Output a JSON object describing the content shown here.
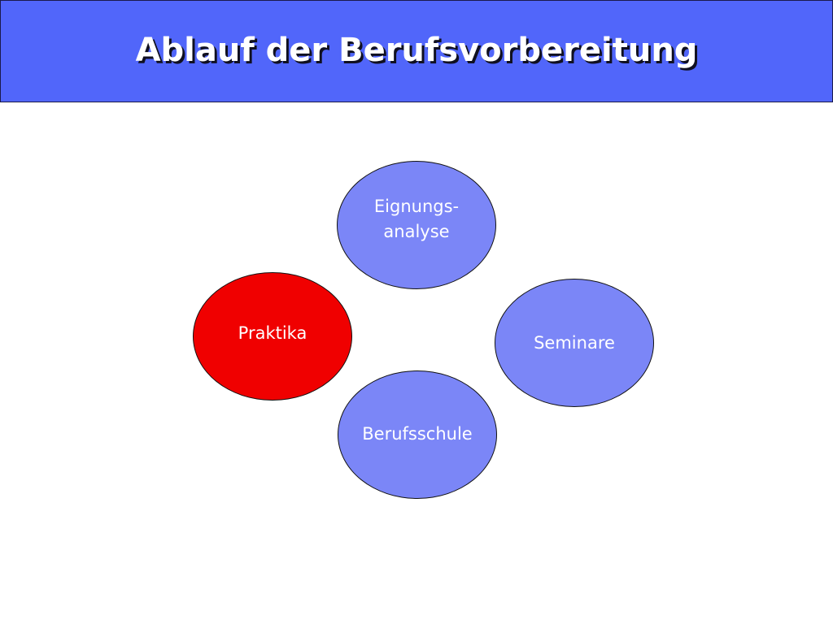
{
  "title": "Ablauf der Berufsvorbereitung",
  "colors": {
    "header": "#5166fa",
    "node_default": "#7b86f7",
    "node_highlight": "#f00000",
    "text": "#ffffff"
  },
  "nodes": [
    {
      "label": "Eignungs-\nanalyse",
      "highlighted": false
    },
    {
      "label": "Praktika",
      "highlighted": true
    },
    {
      "label": "Seminare",
      "highlighted": false
    },
    {
      "label": "Berufsschule",
      "highlighted": false
    }
  ]
}
